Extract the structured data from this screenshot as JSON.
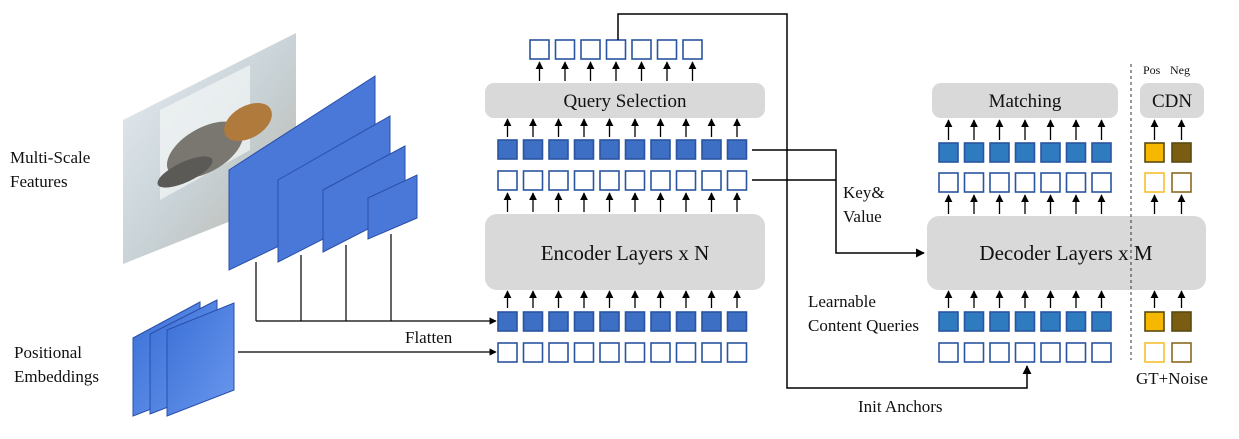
{
  "labels": {
    "multi_scale_line1": "Multi-Scale",
    "multi_scale_line2": "Features",
    "positional_line1": "Positional",
    "positional_line2": "Embeddings",
    "flatten": "Flatten",
    "query_selection": "Query Selection",
    "encoder_layers": "Encoder Layers x N",
    "key_value_line1": "Key&",
    "key_value_line2": "Value",
    "matching": "Matching",
    "cdn": "CDN",
    "pos": "Pos",
    "neg": "Neg",
    "decoder_layers": "Decoder Layers x M",
    "learnable_line1": "Learnable",
    "learnable_line2": "Content Queries",
    "gt_noise": "GT+Noise",
    "init_anchors": "Init Anchors"
  },
  "colors": {
    "feature_blue": "#4a78d8",
    "feature_edge": "#2a4fa8",
    "token_dark": "#3d6fc4",
    "token_edge": "#2a54a0",
    "token_dec": "#2e7bbf",
    "box_gray": "#d9d9d9",
    "pos_fill": "#f5b700",
    "neg_fill": "#7a5c12",
    "pos_border": "#f5c030",
    "neg_border": "#8a6a20"
  },
  "icons": {
    "photo": "cat-and-dog-photo"
  }
}
